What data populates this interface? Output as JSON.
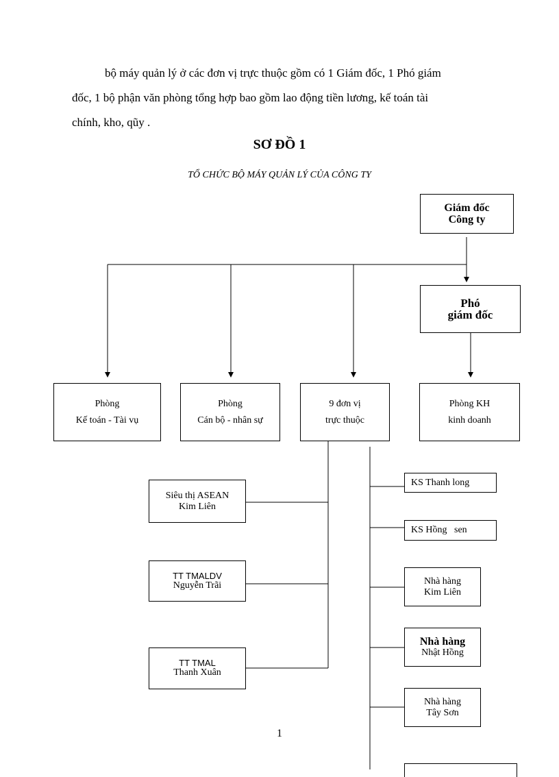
{
  "paragraph": {
    "line1": "bộ máy quản lý ở các đơn vị trực thuộc gồm có 1 Giám đốc, 1 Phó giám",
    "line2": "đốc, 1 bộ phận văn phòng tổng hợp bao gồm lao động tiền lương, kế toán tài",
    "line3": "chính, kho, qũy ."
  },
  "diagram_title": "SƠ ĐỒ 1",
  "diagram_subtitle": "TỔ CHỨC BỘ MÁY QUẢN LÝ CỦA CÔNG TY",
  "boxes": {
    "director": {
      "line1": "Giám đốc",
      "line2": "Công ty"
    },
    "deputy": {
      "line1": "Phó",
      "line2": "giám đốc"
    },
    "accounting": {
      "line1": "Phòng",
      "line2": "Kế toán - Tài vụ"
    },
    "personnel": {
      "line1": "Phòng",
      "line2": "Cán bộ - nhân sự"
    },
    "units": {
      "line1": "9 đơn vị",
      "line2": "trực thuộc"
    },
    "business": {
      "line1": "Phòng KH",
      "line2": "kinh doanh"
    },
    "asean": {
      "line1": "Siêu thị ASEAN",
      "line2": "Kim Liên"
    },
    "nguyen_trai": {
      "line1": "TT TMALDV",
      "line2": "Nguyễn Trãi"
    },
    "thanh_xuan": {
      "line1": "TT TMAL",
      "line2": "Thanh Xuân"
    },
    "ks_thanh_long": {
      "line1": "KS Thanh long"
    },
    "ks_hong_sen": {
      "line1": "KS Hồng   sen"
    },
    "nh_kim_lien": {
      "line1": "Nhà hàng",
      "line2": "Kim Liên"
    },
    "nh_nhat_hong": {
      "line1": "Nhà hàng",
      "line2": "Nhật Hồng"
    },
    "nh_tay_son": {
      "line1": "Nhà hàng",
      "line2": "Tây Sơn"
    }
  },
  "page_number": "1"
}
